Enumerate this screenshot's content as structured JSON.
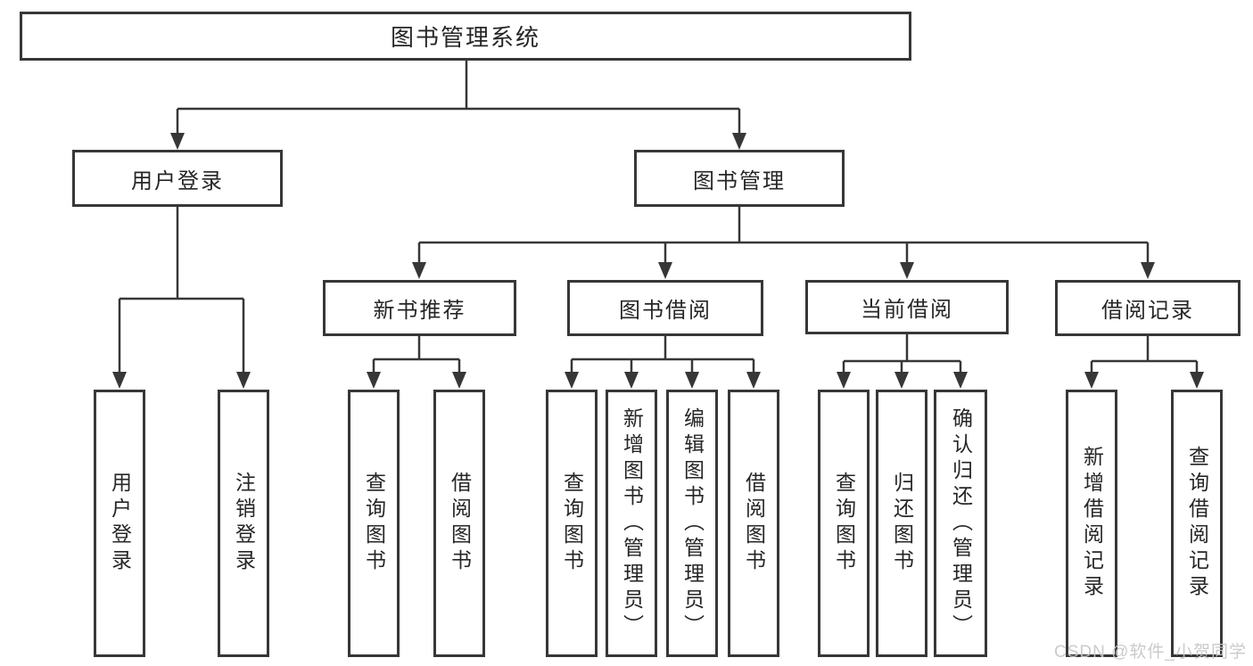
{
  "diagram": {
    "title": "图书管理系统",
    "watermark": "CSDN @软件_小贺同学",
    "colors": {
      "line": "#373737",
      "box_border": "#373737",
      "text": "#262626",
      "watermark": "#c5c5c5",
      "background": "#ffffff"
    },
    "tree": {
      "label": "图书管理系统",
      "children": [
        {
          "label": "用户登录",
          "children": [
            {
              "label": "用户登录"
            },
            {
              "label": "注销登录"
            }
          ]
        },
        {
          "label": "图书管理",
          "children": [
            {
              "label": "新书推荐",
              "children": [
                {
                  "label": "查询图书"
                },
                {
                  "label": "借阅图书"
                }
              ]
            },
            {
              "label": "图书借阅",
              "children": [
                {
                  "label": "查询图书"
                },
                {
                  "label": "新增图书（管理员）"
                },
                {
                  "label": "编辑图书（管理员）"
                },
                {
                  "label": "借阅图书"
                }
              ]
            },
            {
              "label": "当前借阅",
              "children": [
                {
                  "label": "查询图书"
                },
                {
                  "label": "归还图书"
                },
                {
                  "label": "确认归还（管理员）"
                }
              ]
            },
            {
              "label": "借阅记录",
              "children": [
                {
                  "label": "新增借阅记录"
                },
                {
                  "label": "查询借阅记录"
                }
              ]
            }
          ]
        }
      ]
    }
  }
}
